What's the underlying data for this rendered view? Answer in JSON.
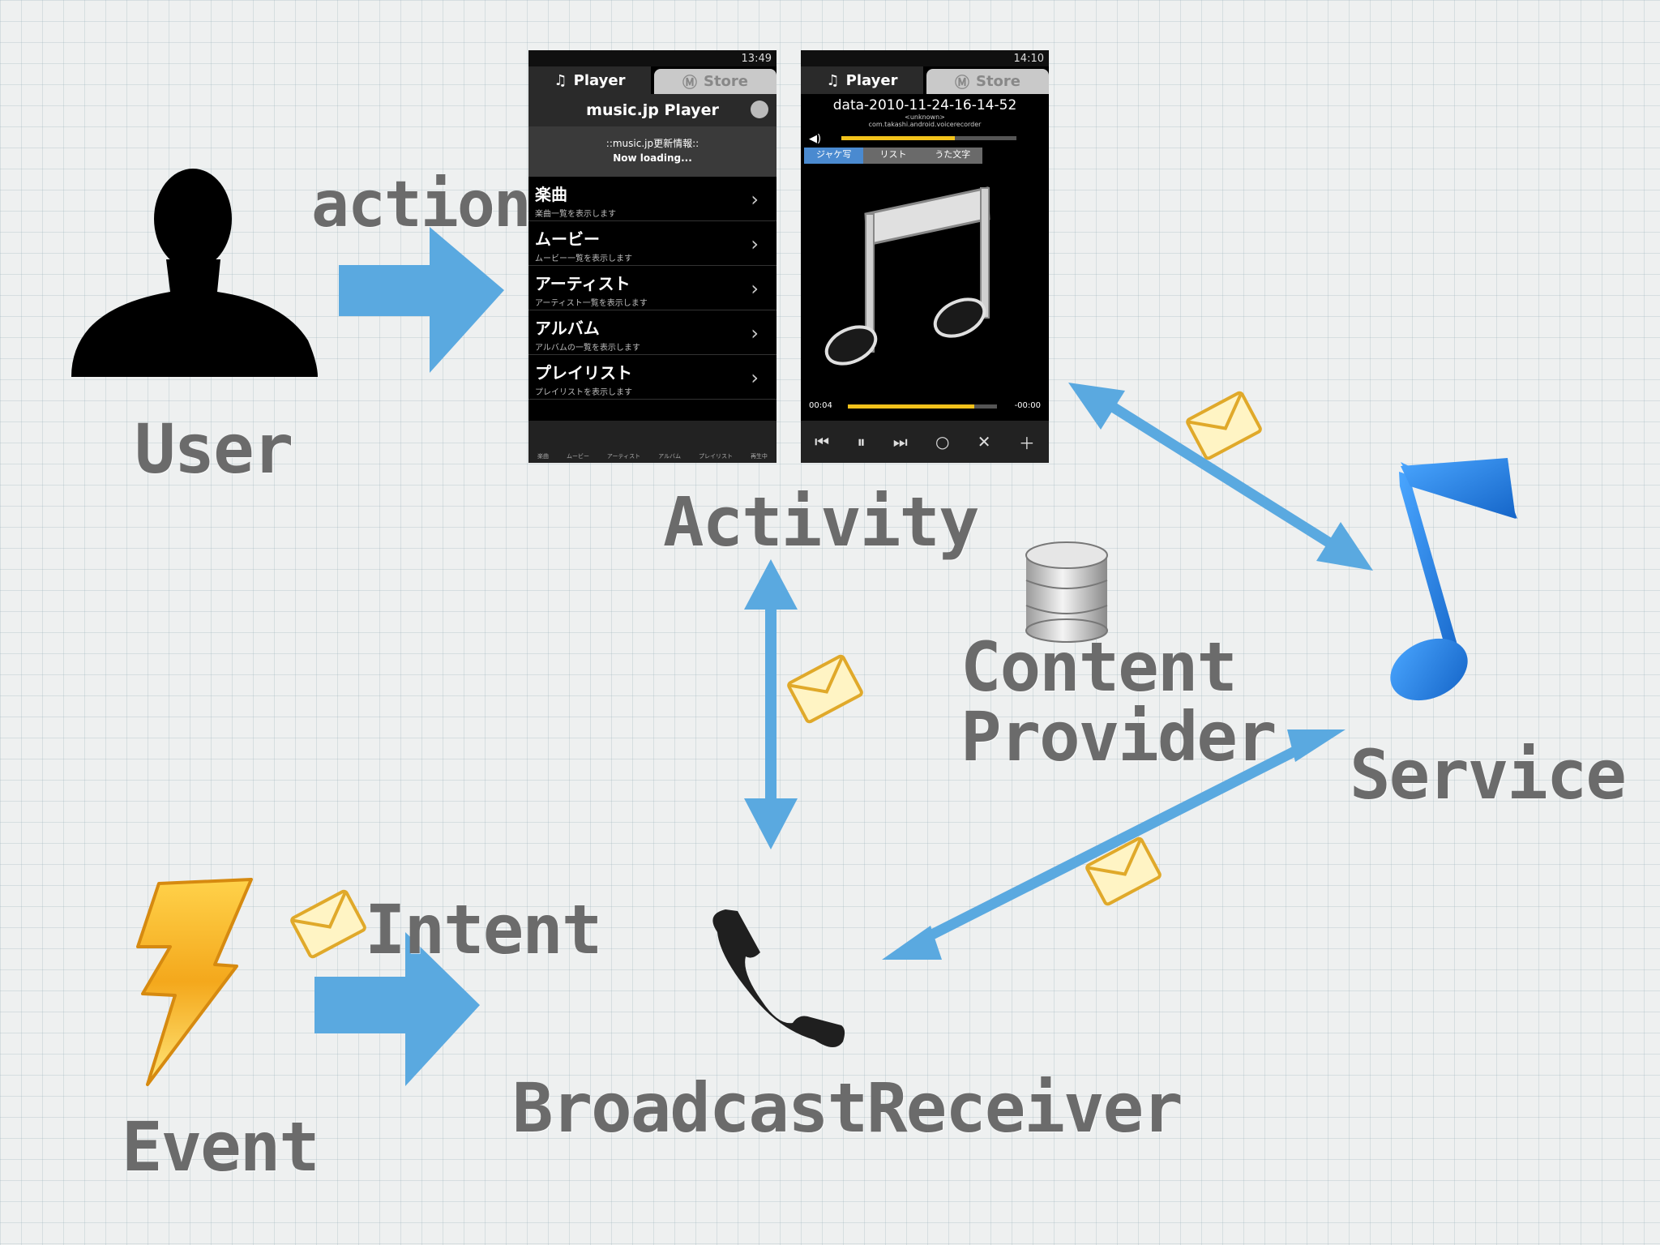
{
  "labels": {
    "action": "action",
    "user": "User",
    "activity": "Activity",
    "content_provider_line1": "Content",
    "content_provider_line2": "Provider",
    "service": "Service",
    "intent": "Intent",
    "event": "Event",
    "broadcast_receiver": "BroadcastReceiver"
  },
  "phone_left": {
    "time": "13:49",
    "tab_player": "Player",
    "tab_store": "Store",
    "title": "music.jp Player",
    "banner_line1": "::music.jp更新情報::",
    "banner_line2": "Now loading...",
    "menu": [
      {
        "label": "楽曲",
        "sub": "楽曲一覧を表示します"
      },
      {
        "label": "ムービー",
        "sub": "ムービー一覧を表示します"
      },
      {
        "label": "アーティスト",
        "sub": "アーティスト一覧を表示します"
      },
      {
        "label": "アルバム",
        "sub": "アルバムの一覧を表示します"
      },
      {
        "label": "プレイリスト",
        "sub": "プレイリストを表示します"
      }
    ],
    "bottom_labels": [
      "楽曲",
      "ムービー",
      "アーティスト",
      "アルバム",
      "プレイリスト",
      "再生中"
    ]
  },
  "phone_right": {
    "time": "14:10",
    "tab_player": "Player",
    "tab_store": "Store",
    "track_title": "data-2010-11-24-16-14-52",
    "artist": "<unknown>",
    "package": "com.takashi.android.voicerecorder",
    "subtabs": [
      "ジャケ写",
      "リスト",
      "うた文字"
    ],
    "elapsed": "00:04",
    "remaining": "-00:00",
    "volume_level": 0.65,
    "progress": 0.85
  },
  "colors": {
    "arrow": "#5aa9e0",
    "label": "#6b6b6b",
    "accent": "#f2c21b"
  }
}
